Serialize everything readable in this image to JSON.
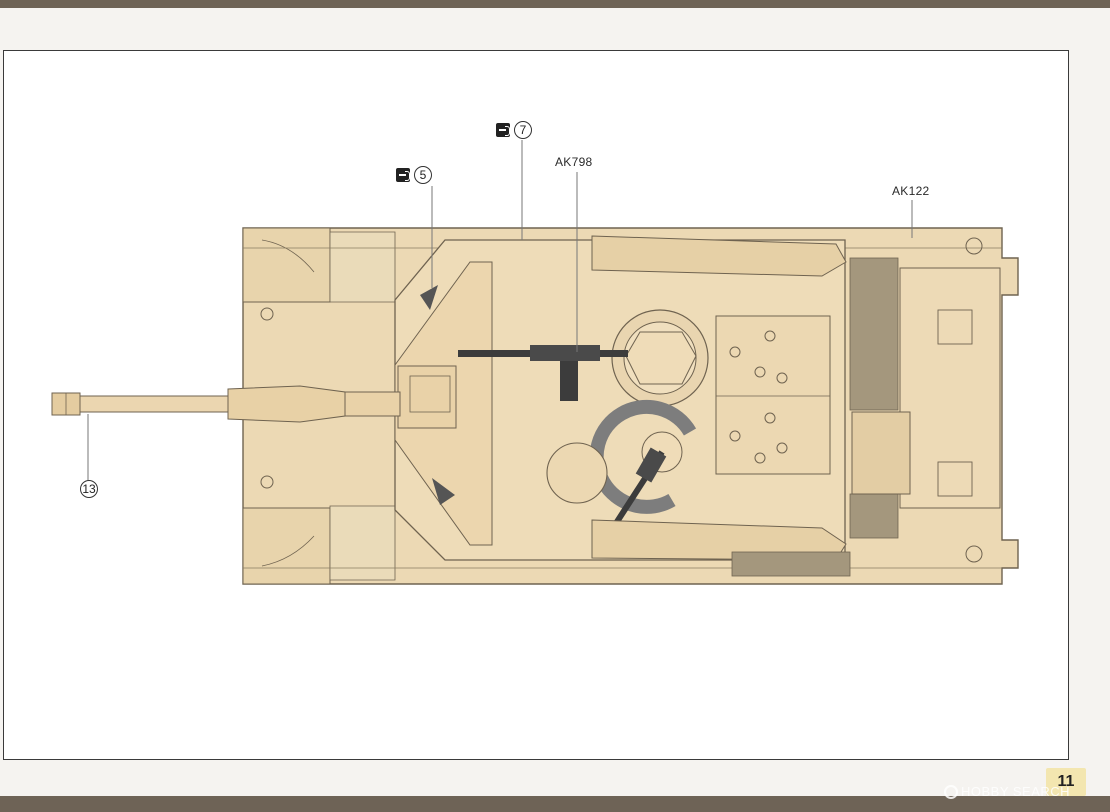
{
  "page": {
    "number": "11"
  },
  "callouts": {
    "ak798": "AK798",
    "ak122": "AK122"
  },
  "steps": {
    "step5": {
      "number": "5",
      "icon": "cement-icon"
    },
    "step7": {
      "number": "7",
      "icon": "cement-icon"
    },
    "step13": {
      "number": "13"
    }
  },
  "watermark": {
    "text": "HOBBY SEARCH"
  },
  "colors": {
    "tan": "#ecd9b4",
    "line": "#6f6350",
    "gun": "#3c3c3c",
    "ring": "#7d7d7d",
    "band": "#6e6356",
    "page_tab": "#f3e6b0"
  }
}
